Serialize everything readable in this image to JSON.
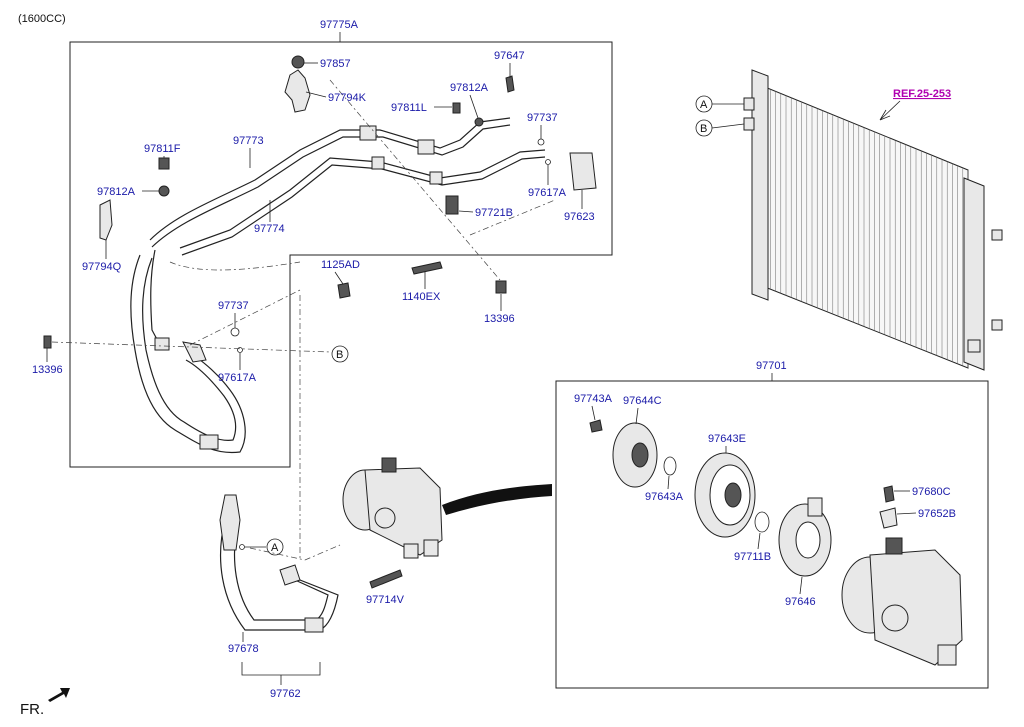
{
  "header": {
    "engine": "(1600CC)"
  },
  "orientation": {
    "front_marker": "FR."
  },
  "reference": {
    "text": "REF.25-253"
  },
  "callouts": {
    "a": "A",
    "b": "B"
  },
  "groups": {
    "hose_assembly": "97775A",
    "compressor_assembly": "97701",
    "discharge_hose": "97762"
  },
  "labels": {
    "p97857": "97857",
    "p97794K": "97794K",
    "p97647": "97647",
    "p97812A_top": "97812A",
    "p97811L": "97811L",
    "p97737_top": "97737",
    "p97811F": "97811F",
    "p97773": "97773",
    "p97812A_left": "97812A",
    "p97774": "97774",
    "p97617A_top": "97617A",
    "p97721B": "97721B",
    "p97623": "97623",
    "p97794Q": "97794Q",
    "p1125AD": "1125AD",
    "p1140EX": "1140EX",
    "p13396_right": "13396",
    "p97737_mid": "97737",
    "p13396_left": "13396",
    "p97617A_mid": "97617A",
    "p97714V": "97714V",
    "p97678": "97678",
    "p97743A": "97743A",
    "p97644C": "97644C",
    "p97643E": "97643E",
    "p97643A": "97643A",
    "p97711B": "97711B",
    "p97646": "97646",
    "p97680C": "97680C",
    "p97652B": "97652B"
  },
  "colors": {
    "label": "#1a1aa8",
    "reference": "#b000b0",
    "line": "#222222"
  }
}
